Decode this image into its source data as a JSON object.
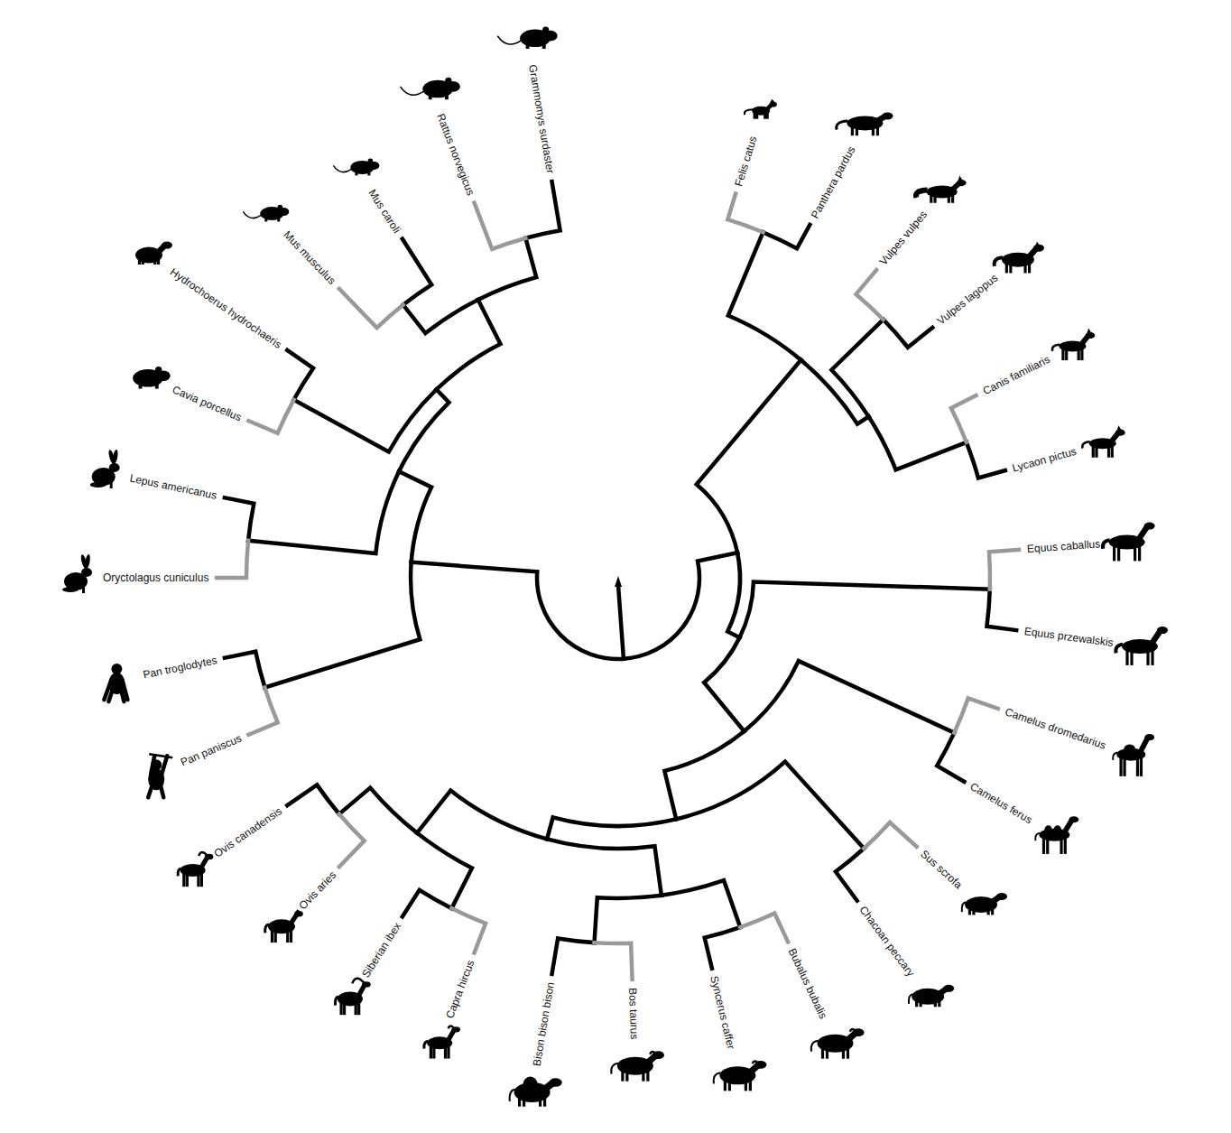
{
  "diagram": {
    "labels": [
      "Felis catus",
      "Panthera pardus",
      "Vulpes vulpes",
      "Vulpes lagopus",
      "Canis familiaris",
      "Lycaon pictus",
      "Equus caballus",
      "Equus przewalskis",
      "Camelus dromedarius",
      "Camelus ferus",
      "Sus scrofa",
      "Chacoan peccary",
      "Bubalus bubalis",
      "Syncerus caffer",
      "Bos taurus",
      "Bison bison bison",
      "Capra hircus",
      "Siberian ibex",
      "Ovis aries",
      "Ovis canadensis",
      "Pan paniscus",
      "Pan troglodytes",
      "Oryctolagus cuniculus",
      "Lepus americanus",
      "Cavia porcellus",
      "Hydrochoerus hydrochaeris",
      "Mus musculus",
      "Mus caroli",
      "Rattus norvegicus",
      "Grammomys surdaster"
    ]
  }
}
